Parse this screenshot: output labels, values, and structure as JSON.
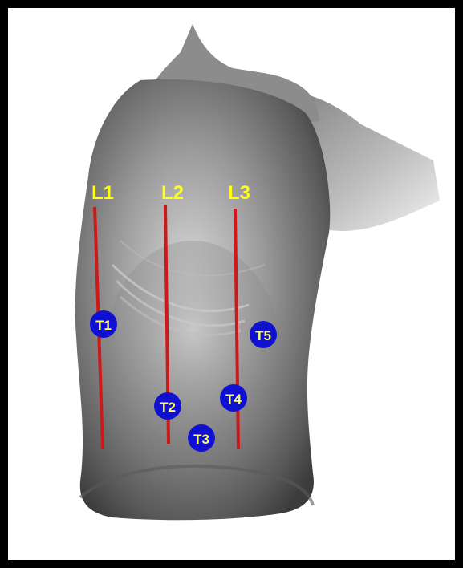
{
  "figure": {
    "line_labels": [
      "L1",
      "L2",
      "L3"
    ],
    "point_labels": [
      "T1",
      "T2",
      "T3",
      "T4",
      "T5"
    ],
    "colors": {
      "line": "#cc1a1a",
      "line_label": "#ffff1a",
      "marker_fill": "#1010d0",
      "marker_text": "#ffff66",
      "frame": "#000000"
    }
  }
}
